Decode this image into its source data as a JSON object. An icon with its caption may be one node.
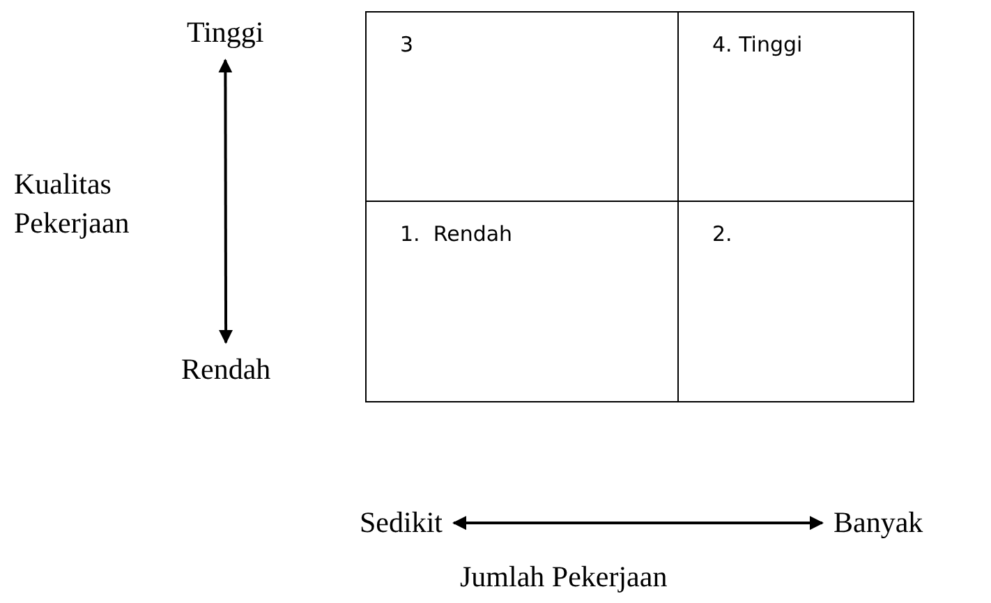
{
  "diagram": {
    "nodes": [
      {
        "text": [
          "3"
        ]
      },
      {
        "text": [
          "4. Tinggi"
        ]
      },
      {
        "text": [
          "1.  Rendah"
        ]
      },
      {
        "text": [
          "2."
        ]
      },
      {
        "text": [
          "Tinggi"
        ]
      },
      {
        "text": [
          "Rendah"
        ]
      },
      {
        "text": [
          "Sedikit"
        ]
      },
      {
        "text": [
          "Banyak"
        ]
      }
    ],
    "edges": [
      {
        "from": 4,
        "to": 5,
        "arrow": "both"
      },
      {
        "from": 6,
        "to": 7,
        "arrow": "both"
      }
    ],
    "labels": [
      "Kualitas Pekerjaan",
      "Jumlah Pekerjaan"
    ]
  }
}
